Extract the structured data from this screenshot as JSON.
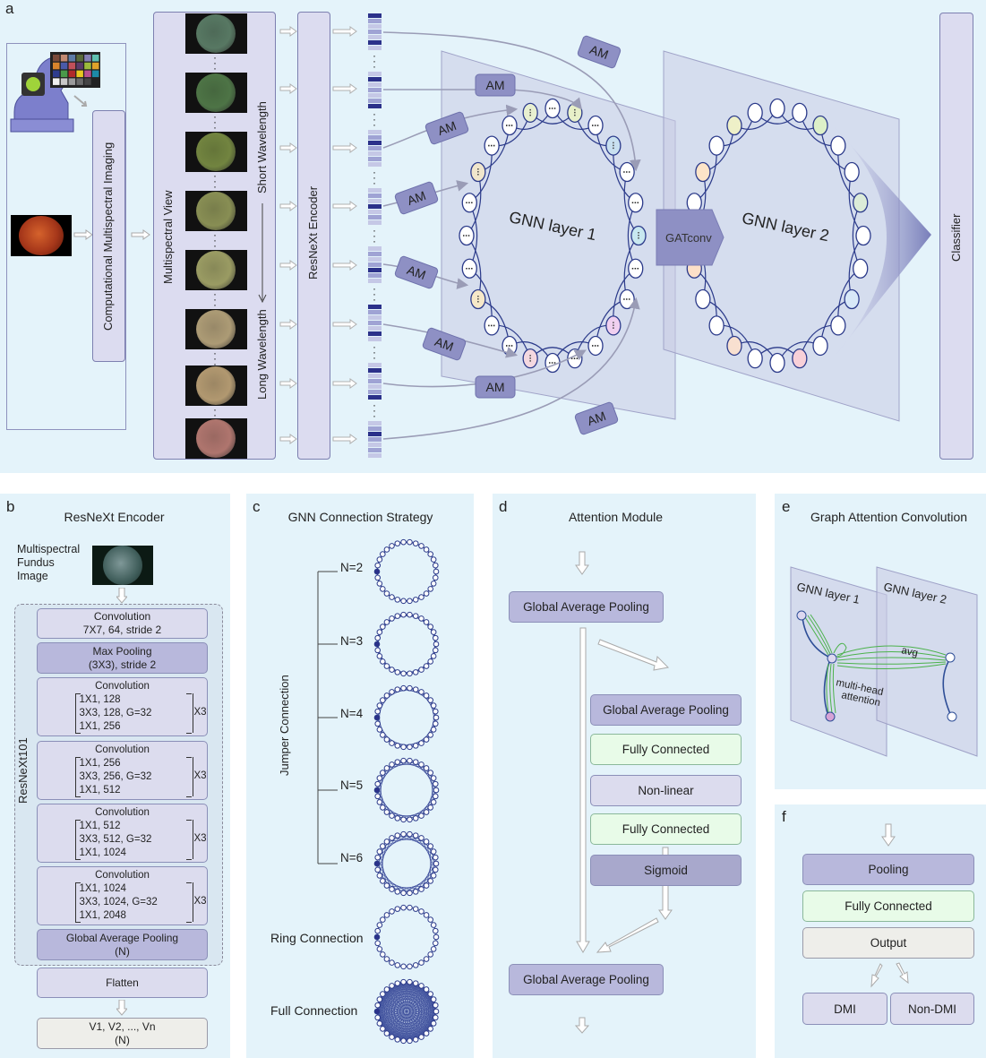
{
  "panel_a": {
    "letter": "a",
    "imaging": "Computational Multispectral Imaging",
    "multispectral_view": "Multispectral View",
    "short_wavelength": "Short Wavelength",
    "long_wavelength": "Long Wavelength",
    "encoder": "ResNeXt Encoder",
    "am": "AM",
    "gnn1": "GNN layer 1",
    "gnn2": "GNN layer 2",
    "gatconv": "GATconv",
    "classifier": "Classifier",
    "fundus_colors": [
      "#46604f",
      "#3e5d38",
      "#5b6a33",
      "#6d7243",
      "#7b7c4f",
      "#8a7c5e",
      "#8e7a5a",
      "#8c5e58"
    ]
  },
  "panel_b": {
    "letter": "b",
    "title": "ResNeXt Encoder",
    "input_label_1": "Multispectral",
    "input_label_2": "Fundus",
    "input_label_3": "Image",
    "backbone": "ResNeXt101",
    "conv1_title": "Convolution",
    "conv1_detail": "7X7, 64, stride 2",
    "maxpool_title": "Max Pooling",
    "maxpool_detail": "(3X3), stride 2",
    "stages": [
      {
        "title": "Convolution",
        "l1": "1X1, 128",
        "l2": "3X3, 128, G=32",
        "l3": "1X1, 256",
        "rep": "X3"
      },
      {
        "title": "Convolution",
        "l1": "1X1, 256",
        "l2": "3X3, 256, G=32",
        "l3": "1X1, 512",
        "rep": "X3"
      },
      {
        "title": "Convolution",
        "l1": "1X1, 512",
        "l2": "3X3, 512, G=32",
        "l3": "1X1, 1024",
        "rep": "X3"
      },
      {
        "title": "Convolution",
        "l1": "1X1, 1024",
        "l2": "3X3, 1024, G=32",
        "l3": "1X1, 2048",
        "rep": "X3"
      }
    ],
    "gap_title": "Global Average Pooling",
    "gap_detail": "(N)",
    "flatten": "Flatten",
    "out_title": "V1, V2, ..., Vn",
    "out_detail": "(N)"
  },
  "panel_c": {
    "letter": "c",
    "title": "GNN Connection Strategy",
    "jumper": "Jumper Connection",
    "n_labels": [
      "N=2",
      "N=3",
      "N=4",
      "N=5",
      "N=6"
    ],
    "ring": "Ring Connection",
    "full": "Full Connection"
  },
  "panel_d": {
    "letter": "d",
    "title": "Attention Module",
    "gap_top": "Global Average Pooling",
    "gap_inner": "Global Average Pooling",
    "fc1": "Fully Connected",
    "nonlinear": "Non-linear",
    "fc2": "Fully Connected",
    "sigmoid": "Sigmoid",
    "gap_bottom": "Global Average Pooling"
  },
  "panel_e": {
    "letter": "e",
    "title": "Graph Attention Convolution",
    "layer1": "GNN layer 1",
    "layer2": "GNN layer 2",
    "avg": "avg",
    "mh1": "multi-head",
    "mh2": "attention"
  },
  "panel_f": {
    "letter": "f",
    "pooling": "Pooling",
    "fc": "Fully Connected",
    "output": "Output",
    "dmi": "DMI",
    "nondmi": "Non-DMI"
  }
}
